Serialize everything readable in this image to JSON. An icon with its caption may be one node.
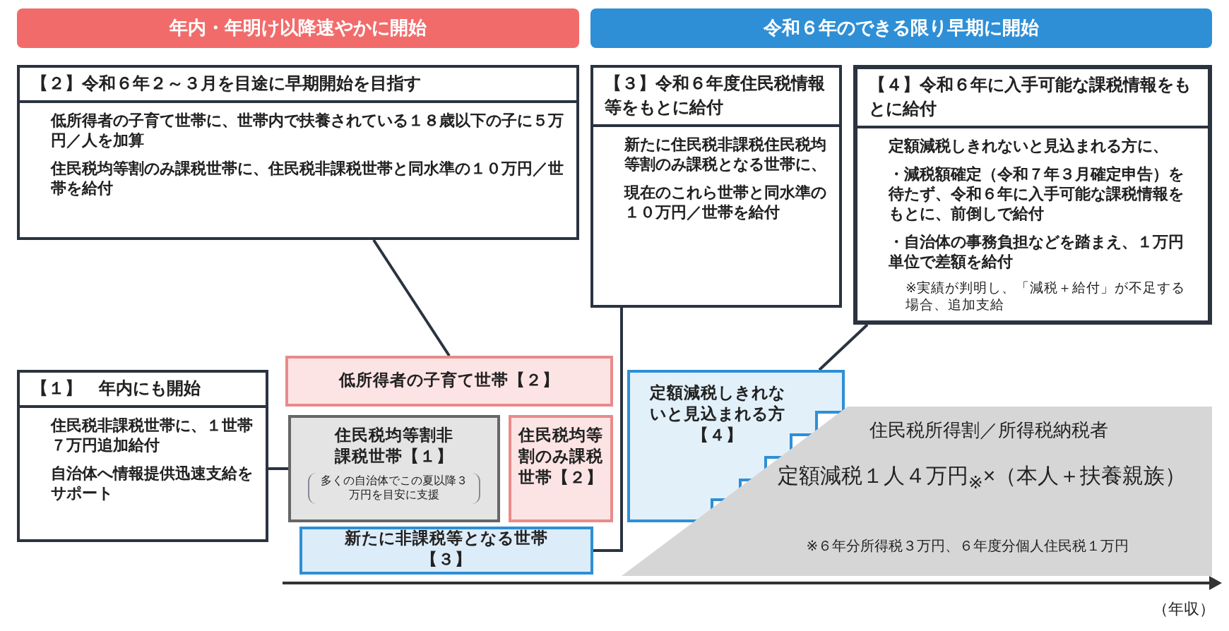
{
  "diagram": {
    "nodes": [
      {
        "text": [
          "年内・年明け以降速やかに開始"
        ]
      },
      {
        "text": [
          "令和６年のできる限り早期に開始"
        ]
      },
      {
        "text": [
          "【２】令和６年２～３月を目途に早期開始を目指す",
          "低所得者の子育て世帯に、世帯内で扶養されている１８歳以下の子に５万円／人を加算",
          "住民税均等割のみ課税世帯に、住民税非課税世帯と同水準の１０万円／世帯を給付"
        ]
      },
      {
        "text": [
          "【３】令和６年度住民税情報等をもとに給付",
          "新たに住民税非課税住民税均等割のみ課税となる世帯に、",
          "現在のこれら世帯と同水準の１０万円／世帯を給付"
        ]
      },
      {
        "text": [
          "【４】令和６年に入手可能な課税情報をもとに給付",
          "定額減税しきれないと見込まれる方に、",
          "・減税額確定（令和７年３月確定申告）を待たず、令和６年に入手可能な課税情報をもとに、前倒しで給付",
          "・自治体の事務負担などを踏まえ、１万円単位で差額を給付",
          "※実績が判明し、「減税＋給付」が不足する場合、追加支給"
        ]
      },
      {
        "text": [
          "【１】　年内にも開始",
          "住民税非課税世帯に、１世帯７万円追加給付",
          "自治体へ情報提供迅速支給をサポート"
        ]
      },
      {
        "text": [
          "低所得者の子育て世帯【２】"
        ]
      },
      {
        "text": [
          "住民税均等割非課税世帯【１】",
          "多くの自治体でこの夏以降３万円を目安に支援"
        ]
      },
      {
        "text": [
          "住民税均等割のみ課税世帯【２】"
        ]
      },
      {
        "text": [
          "新たに非課税等となる世帯【３】"
        ]
      },
      {
        "text": [
          "定額減税しきれないと見込まれる方【４】"
        ]
      },
      {
        "text": [
          "住民税所得割／所得税納税者",
          "定額減税１人４万円$_{※}$×（本人＋扶養親族）",
          "※６年分所得税３万円、６年度分個人住民税１万円"
        ]
      }
    ],
    "edges": [
      {
        "from": 2,
        "to": 6,
        "arrow": "none"
      },
      {
        "from": 5,
        "to": 7,
        "arrow": "none"
      },
      {
        "from": 3,
        "to": 9,
        "arrow": "none"
      },
      {
        "from": 4,
        "to": 10,
        "arrow": "none"
      }
    ],
    "labels": [
      "（年収）"
    ]
  }
}
